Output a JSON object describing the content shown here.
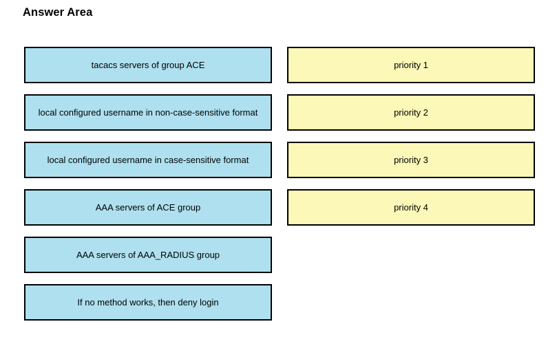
{
  "page": {
    "title": "Answer Area",
    "colors": {
      "option_fill": "#aee0ef",
      "target_fill": "#fbf8b8",
      "border": "#000000",
      "background": "#ffffff",
      "text": "#000000"
    }
  },
  "options": [
    {
      "label": "tacacs servers of group ACE"
    },
    {
      "label": "local configured username in non-case-sensitive format"
    },
    {
      "label": "local configured username in case-sensitive format"
    },
    {
      "label": "AAA servers of ACE group"
    },
    {
      "label": "AAA servers of AAA_RADIUS group"
    },
    {
      "label": "If no method works, then deny login"
    }
  ],
  "targets": [
    {
      "label": "priority 1"
    },
    {
      "label": "priority 2"
    },
    {
      "label": "priority 3"
    },
    {
      "label": "priority 4"
    }
  ]
}
